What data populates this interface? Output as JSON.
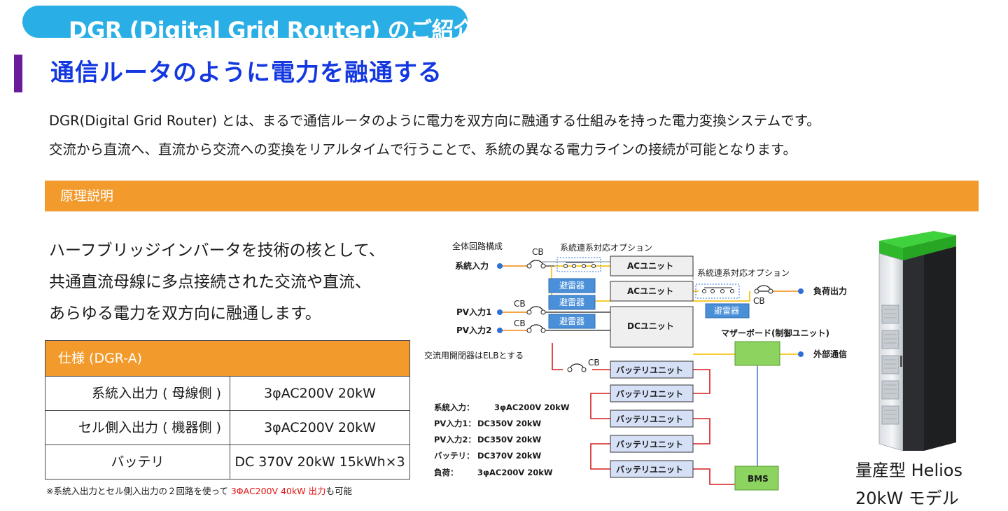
{
  "header": {
    "banner_title": "DGR (Digital Grid Router) のご紹介",
    "subtitle": "通信ルータのように電力を融通する"
  },
  "intro": {
    "line1": "DGR(Digital Grid Router) とは、まるで通信ルータのように電力を双方向に融通する仕組みを持った電力変換システムです。",
    "line2": "交流から直流へ、直流から交流への変換をリアルタイムで行うことで、系統の異なる電力ラインの接続が可能となります。"
  },
  "section": {
    "label": "原理説明"
  },
  "principle": {
    "line1": "ハーフブリッジインバータを技術の核として、",
    "line2": "共通直流母線に多点接続された交流や直流、",
    "line3": "あらゆる電力を双方向に融通します。"
  },
  "spec_table": {
    "header": "仕様 (DGR-A)",
    "rows": [
      {
        "key": "系統入出力 ( 母線側 )",
        "value": "3φAC200V 20kW"
      },
      {
        "key": "セル側入出力 ( 機器側 )",
        "value": "3φAC200V 20kW"
      },
      {
        "key": "バッテリ",
        "value": "DC 370V 20kW 15kWh×3"
      }
    ]
  },
  "note": {
    "prefix": "※系統入出力とセル側入出力の２回路を使って ",
    "highlight": "3ΦAC200V 40kW 出力",
    "suffix": "も可能"
  },
  "diagram": {
    "title": "全体回路構成",
    "option_label_1": "系統連系対応オプション",
    "option_label_2": "系統連系対応オプション",
    "grid_input": "系統入力",
    "pv1_input": "PV入力1",
    "pv2_input": "PV入力2",
    "load_output": "負荷出力",
    "external_comm": "外部通信",
    "cb": "CB",
    "arrester": "避雷器",
    "ac_unit": "ACユニット",
    "dc_unit": "DCユニット",
    "mother_board": "マザーボード(制御ユニット)",
    "elb_note": "交流用開閉器はELBとする",
    "battery_unit": "バッテリユニット",
    "bms": "BMS",
    "specs": [
      {
        "label": "系統入力：",
        "value": "3φAC200V 20kW"
      },
      {
        "label": "PV入力1：",
        "value": "DC350V 20kW"
      },
      {
        "label": "PV入力2：",
        "value": "DC350V 20kW"
      },
      {
        "label": "バッテリ：",
        "value": "DC370V 20kW"
      },
      {
        "label": "負荷：",
        "value": "3φAC200V 20kW"
      }
    ]
  },
  "product": {
    "caption_line1": "量産型 Helios",
    "caption_line2": "20kW モデル"
  },
  "colors": {
    "banner": "#29aee5",
    "accent_bar": "#6a1b9a",
    "subtitle": "#1438e0",
    "section_band": "#f39a2c",
    "note_highlight": "#e01414"
  }
}
